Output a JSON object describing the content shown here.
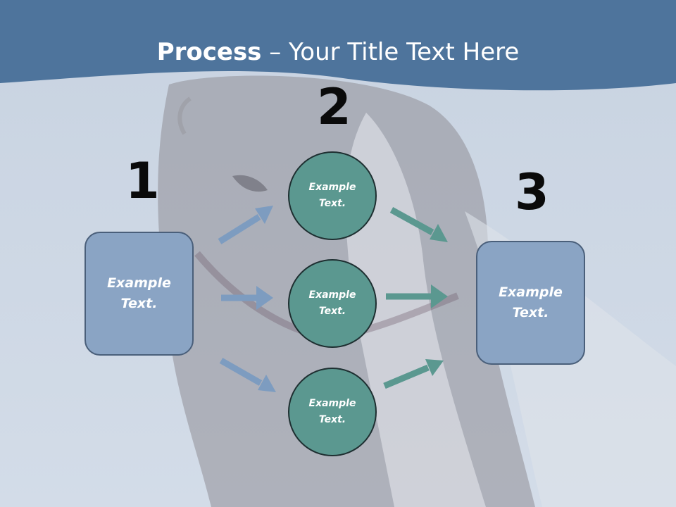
{
  "title": {
    "bold": "Process",
    "rest": " – Your Title Text Here"
  },
  "numbers": [
    "1",
    "2",
    "3"
  ],
  "input_box": {
    "line1": "Example",
    "line2": "Text."
  },
  "circles": [
    {
      "line1": "Example",
      "line2": "Text."
    },
    {
      "line1": "Example",
      "line2": "Text."
    },
    {
      "line1": "Example",
      "line2": "Text."
    }
  ],
  "output_box": {
    "line1": "Example",
    "line2": "Text."
  },
  "colors": {
    "header": "#4e749c",
    "box_fill": "#8aa4c4",
    "circle_fill": "#5b9890",
    "arrow_in": "#7d9cc0",
    "arrow_out": "#5b9890"
  }
}
